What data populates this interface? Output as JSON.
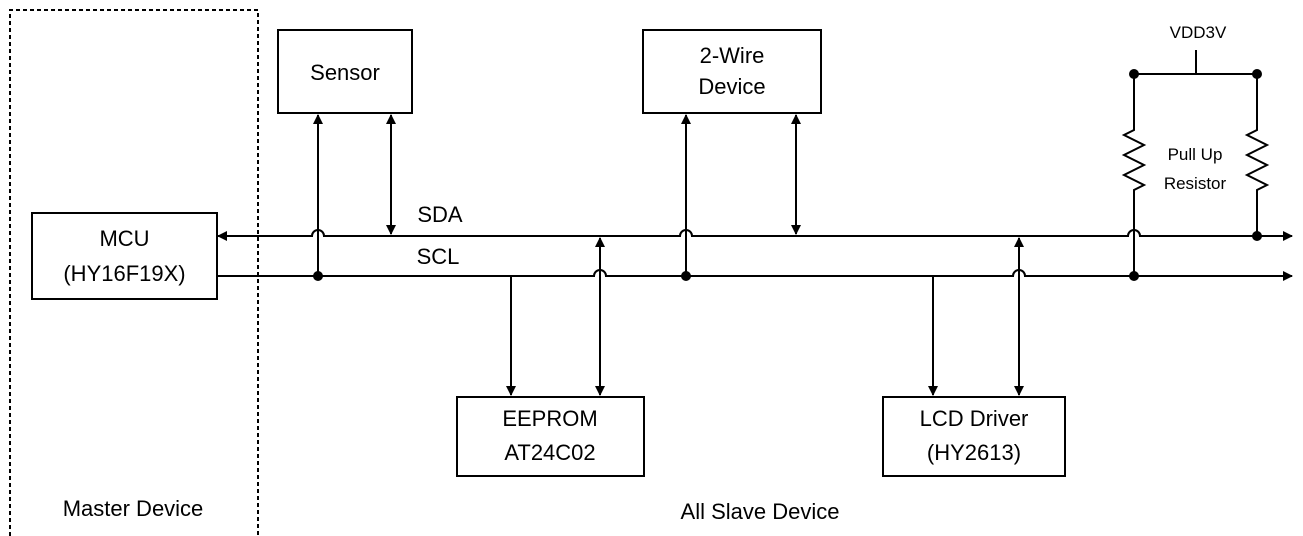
{
  "master": {
    "mcu_line1": "MCU",
    "mcu_line2": "(HY16F19X)",
    "caption": "Master Device"
  },
  "slaves": {
    "caption": "All Slave Device",
    "sensor": "Sensor",
    "two_wire_line1": "2-Wire",
    "two_wire_line2": "Device",
    "eeprom_line1": "EEPROM",
    "eeprom_line2": "AT24C02",
    "lcd_line1": "LCD Driver",
    "lcd_line2": "(HY2613)"
  },
  "bus": {
    "sda": "SDA",
    "scl": "SCL"
  },
  "pullup": {
    "supply": "VDD3V",
    "label_line1": "Pull Up",
    "label_line2": "Resistor"
  }
}
